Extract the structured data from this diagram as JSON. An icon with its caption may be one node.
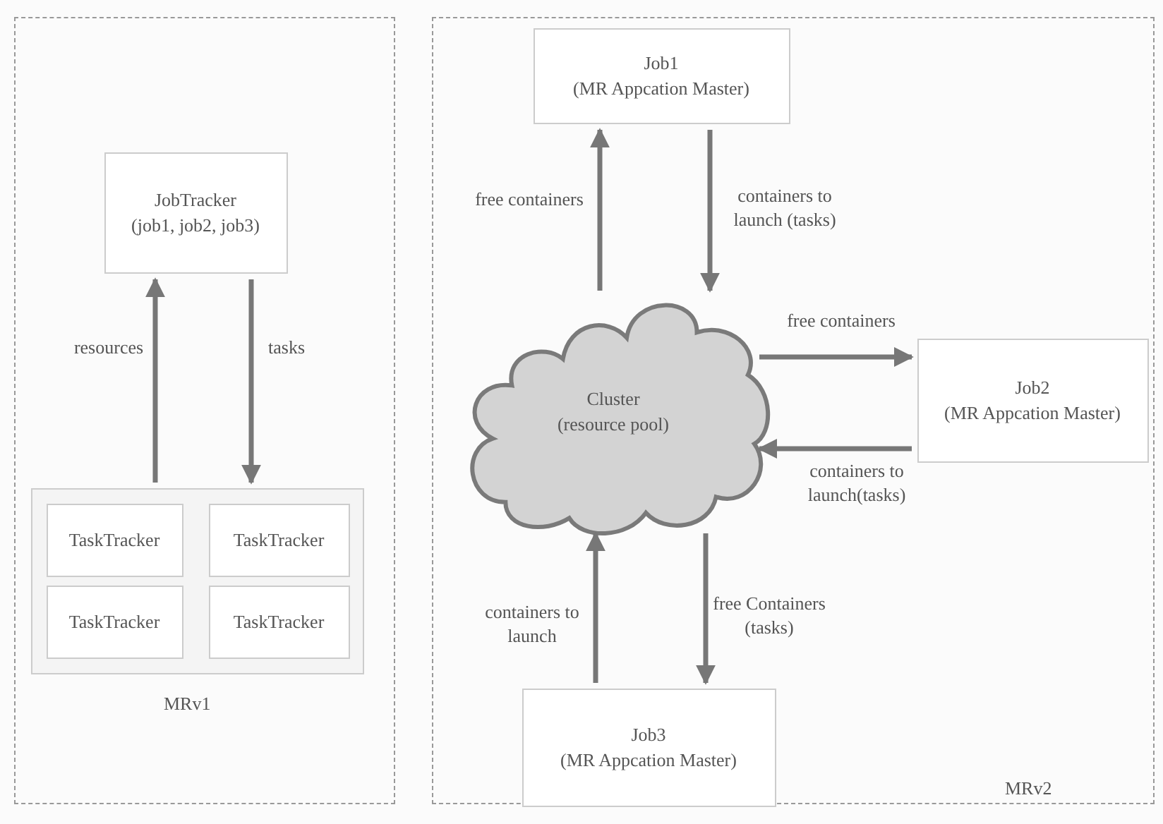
{
  "diagram": {
    "nodes": [
      {
        "text": [
          "MRv1"
        ]
      },
      {
        "text": [
          "JobTracker",
          "(job1, job2, job3)"
        ],
        "in": 0
      },
      {
        "text": [],
        "shape": "box",
        "in": 0
      },
      {
        "text": [
          "TaskTracker"
        ],
        "in": 2
      },
      {
        "text": [
          "TaskTracker"
        ],
        "in": 2
      },
      {
        "text": [
          "TaskTracker"
        ],
        "in": 2
      },
      {
        "text": [
          "TaskTracker"
        ],
        "in": 2
      },
      {
        "text": [
          "MRv2"
        ]
      },
      {
        "text": [
          "Job1",
          "(MR Appcation Master)"
        ],
        "in": 7
      },
      {
        "text": [
          "Cluster",
          "(resource pool)"
        ],
        "in": 7
      },
      {
        "text": [
          "Job2",
          "(MR Appcation Master)"
        ],
        "in": 7
      },
      {
        "text": [
          "Job3",
          "(MR Appcation Master)"
        ],
        "in": 7
      }
    ],
    "edges": [
      {
        "from": 2,
        "to": 1,
        "arrow": "to",
        "label": "resources"
      },
      {
        "from": 1,
        "to": 2,
        "arrow": "to",
        "label": "tasks"
      },
      {
        "from": 9,
        "to": 8,
        "arrow": "to",
        "label": "free containers"
      },
      {
        "from": 8,
        "to": 9,
        "arrow": "to",
        "label": "containers to launch (tasks)"
      },
      {
        "from": 9,
        "to": 10,
        "arrow": "to",
        "label": "free containers"
      },
      {
        "from": 10,
        "to": 9,
        "arrow": "to",
        "label": "containers to launch(tasks)"
      },
      {
        "from": 11,
        "to": 9,
        "arrow": "to",
        "label": "containers to launch"
      },
      {
        "from": 9,
        "to": 11,
        "arrow": "to",
        "label": "free Containers (tasks)"
      }
    ]
  }
}
